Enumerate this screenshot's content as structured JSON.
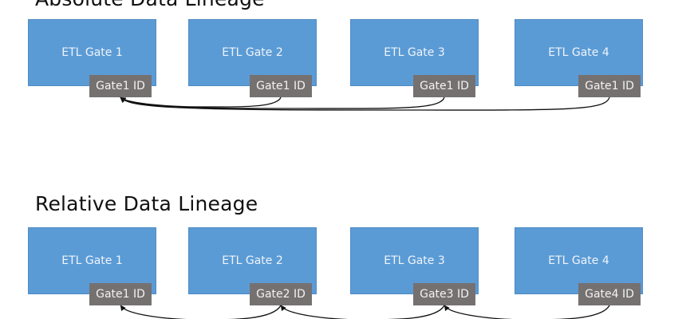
{
  "diagrams": [
    {
      "title": "Absolute Data Lineage",
      "gates": [
        {
          "label": "ETL Gate 1",
          "id_label": "Gate1 ID"
        },
        {
          "label": "ETL Gate 2",
          "id_label": "Gate1 ID"
        },
        {
          "label": "ETL Gate 3",
          "id_label": "Gate1 ID"
        },
        {
          "label": "ETL Gate 4",
          "id_label": "Gate1 ID"
        }
      ],
      "links": [
        [
          1,
          0
        ],
        [
          2,
          0
        ],
        [
          3,
          0
        ]
      ]
    },
    {
      "title": "Relative Data Lineage",
      "gates": [
        {
          "label": "ETL Gate 1",
          "id_label": "Gate1 ID"
        },
        {
          "label": "ETL Gate 2",
          "id_label": "Gate2 ID"
        },
        {
          "label": "ETL Gate 3",
          "id_label": "Gate3 ID"
        },
        {
          "label": "ETL Gate 4",
          "id_label": "Gate4 ID"
        }
      ],
      "links": [
        [
          1,
          0
        ],
        [
          2,
          1
        ],
        [
          3,
          2
        ]
      ]
    }
  ],
  "colors": {
    "gate_fill": "#5b9bd5",
    "tag_fill": "#767171",
    "arrow": "#111111"
  }
}
